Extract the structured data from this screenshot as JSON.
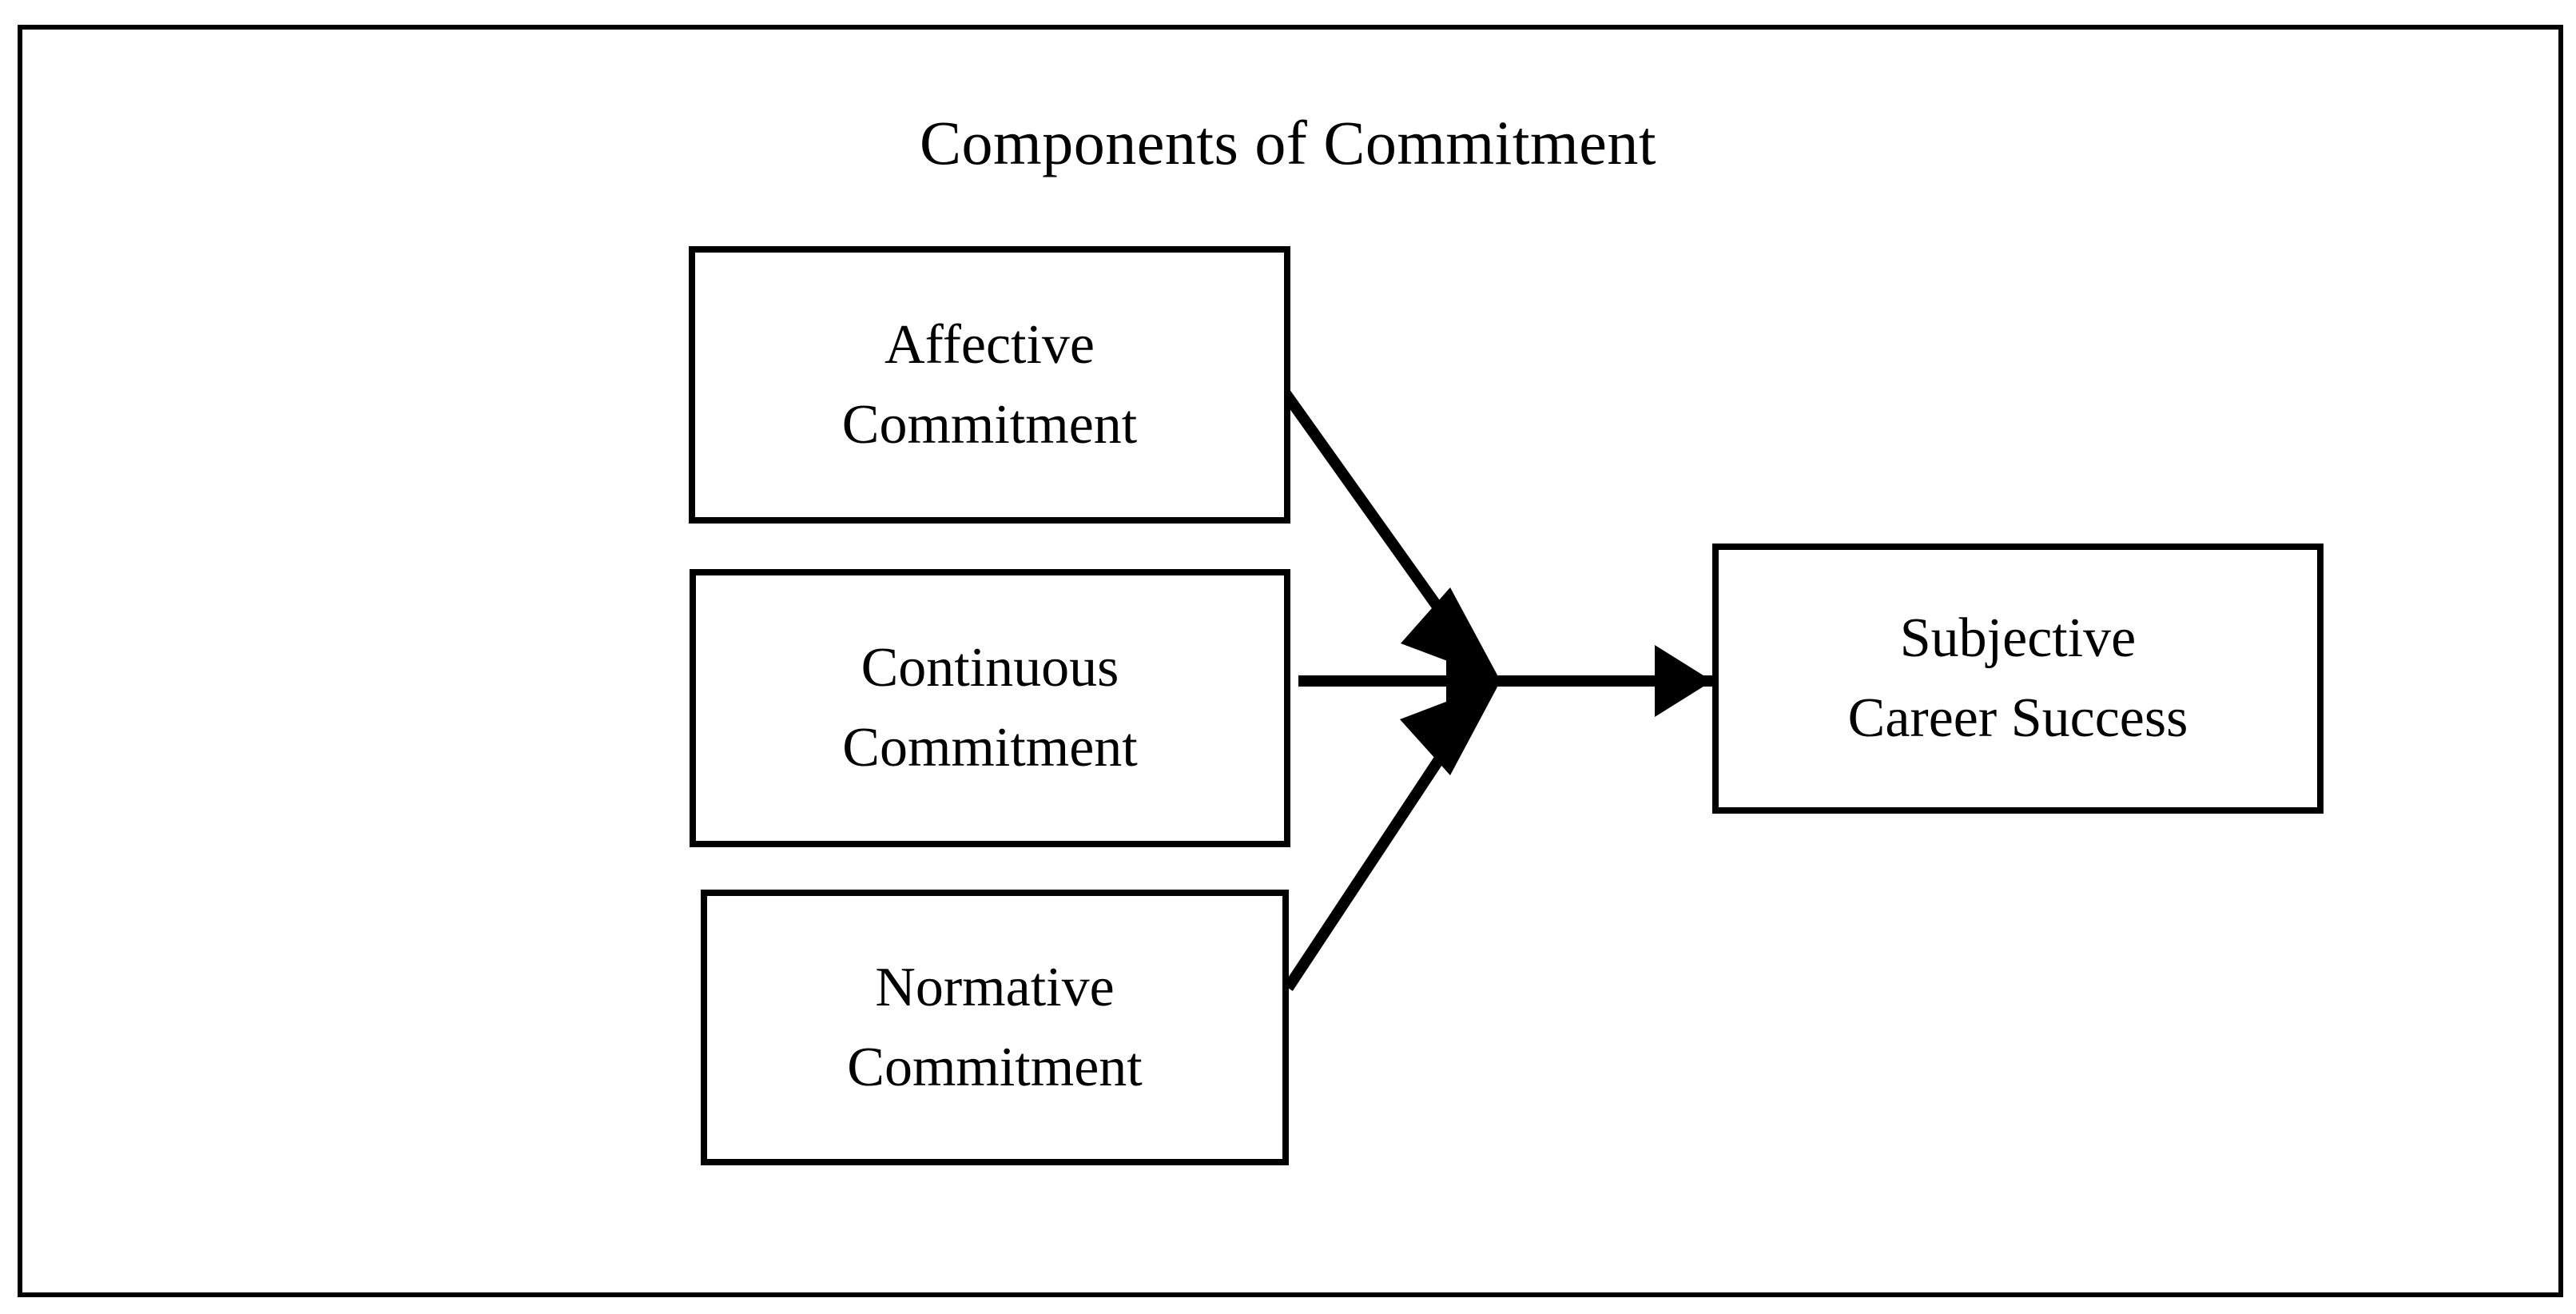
{
  "diagram": {
    "title": "Components of Commitment",
    "border_color": "#000000",
    "background_color": "#ffffff",
    "line_color": "#000000"
  },
  "nodes": {
    "affective": {
      "line1": "Affective",
      "line2": "Commitment"
    },
    "continuous": {
      "line1": "Continuous",
      "line2": "Commitment"
    },
    "normative": {
      "line1": "Normative",
      "line2": "Commitment"
    },
    "outcome": {
      "line1": "Subjective",
      "line2": "Career Success"
    }
  },
  "edges": [
    {
      "name": "affective-to-junction",
      "from": "Affective Commitment",
      "to": "junction",
      "style": "solid-arrow"
    },
    {
      "name": "continuous-to-junction",
      "from": "Continuous Commitment",
      "to": "junction",
      "style": "solid-arrow"
    },
    {
      "name": "normative-to-junction",
      "from": "Normative Commitment",
      "to": "junction",
      "style": "solid-arrow"
    },
    {
      "name": "junction-to-outcome",
      "from": "junction",
      "to": "Subjective Career Success",
      "style": "solid-arrow"
    }
  ]
}
